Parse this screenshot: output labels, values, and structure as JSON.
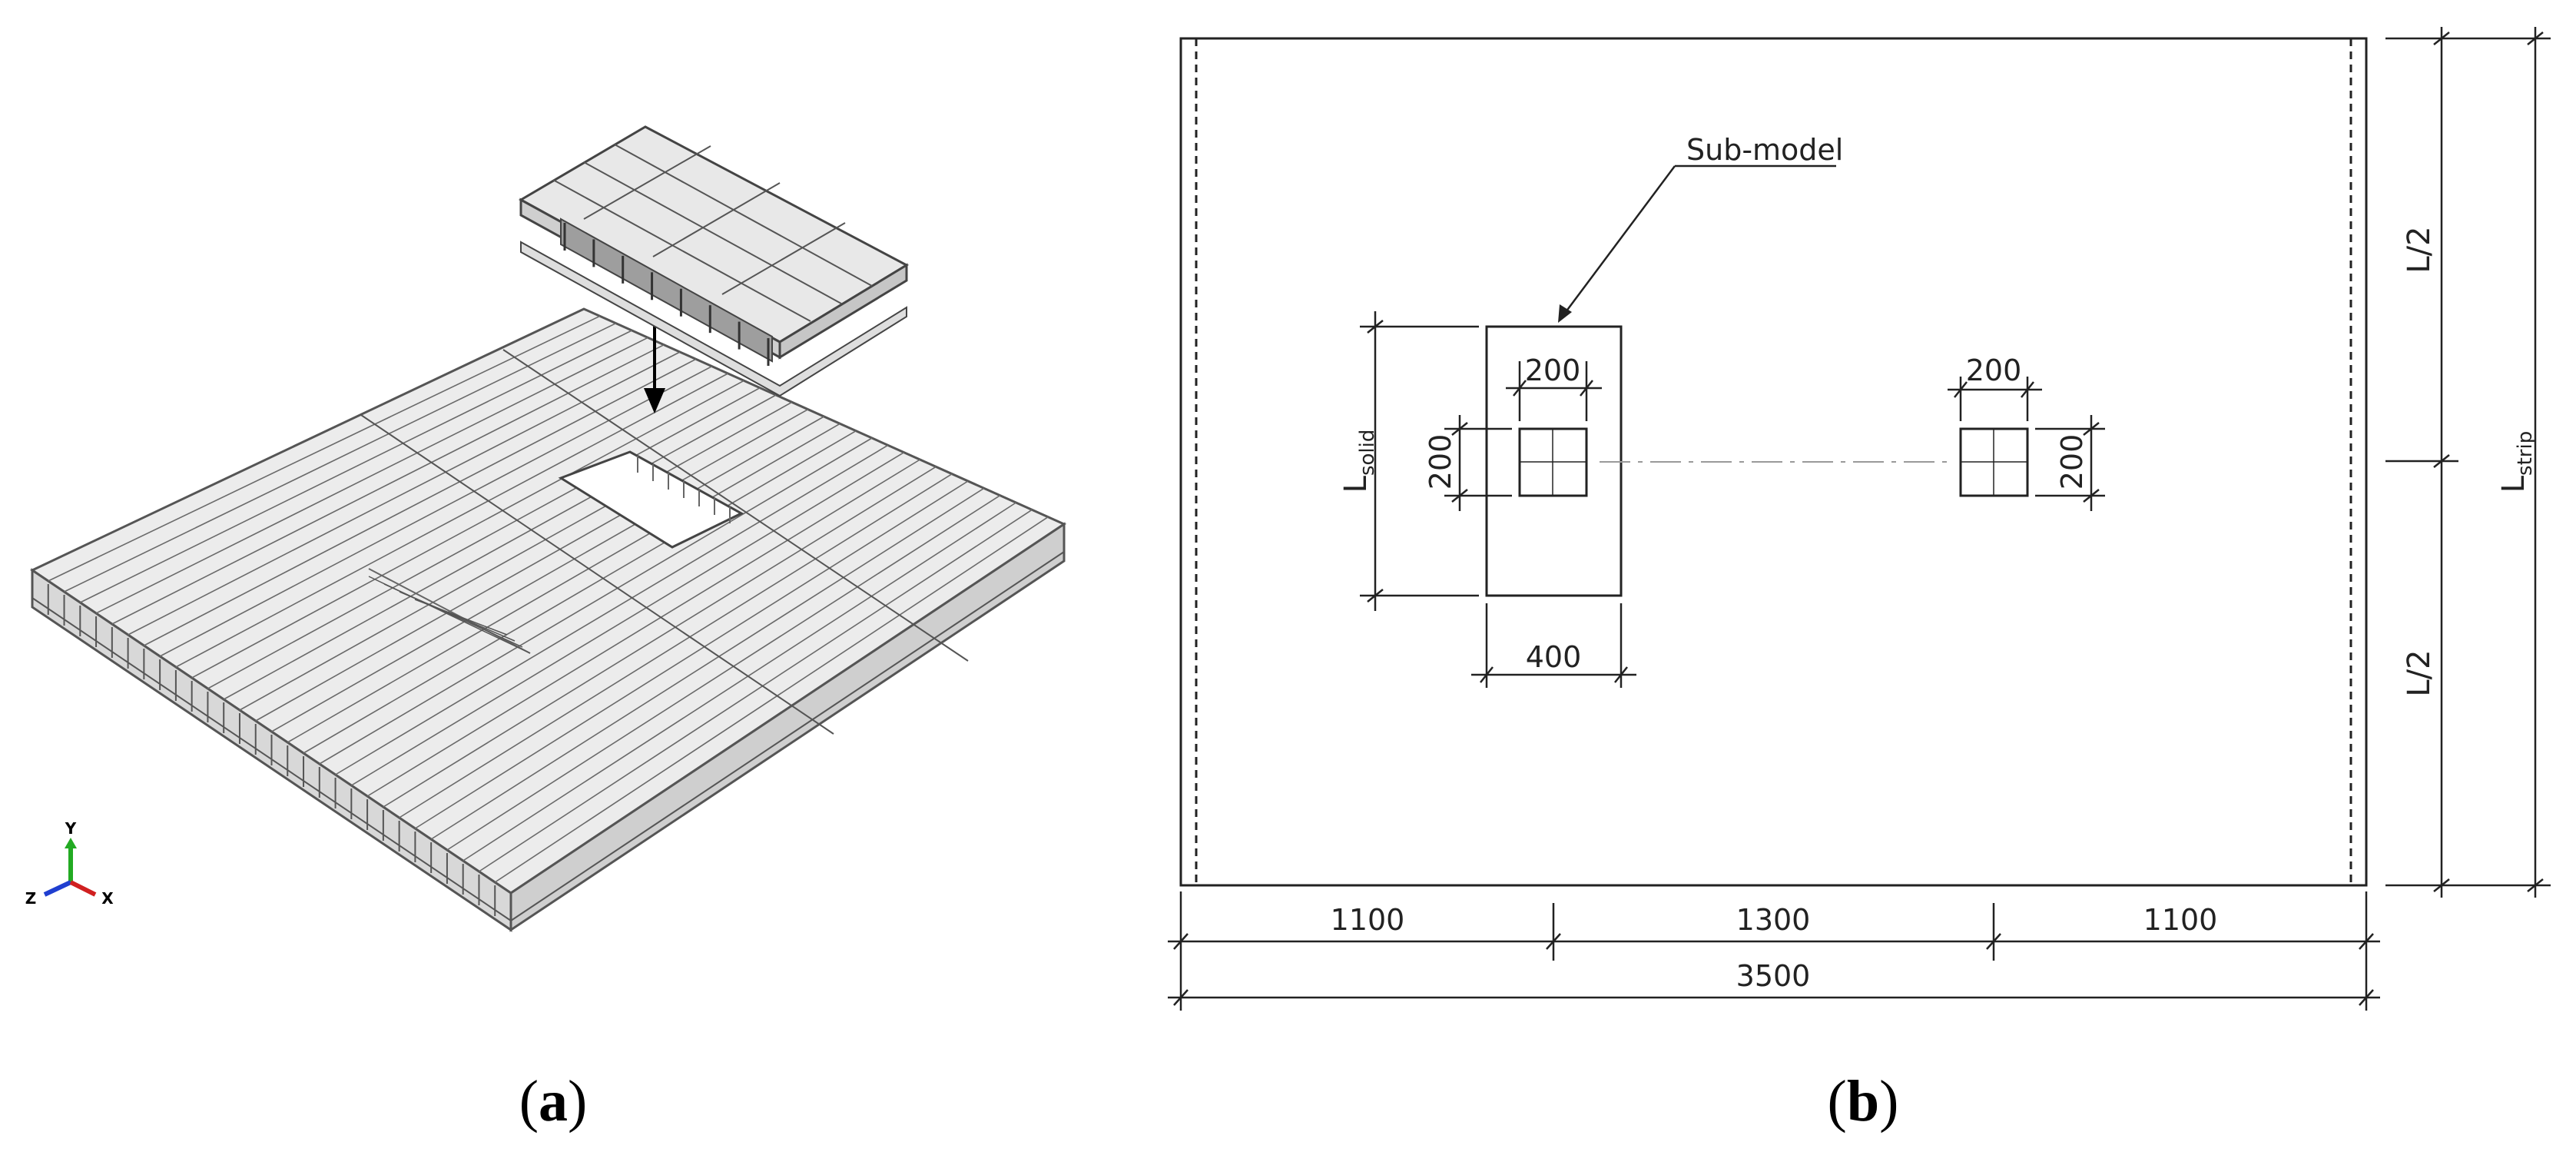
{
  "panel_a": {
    "caption_letter": "a",
    "axis_triad": {
      "y": "Y",
      "z": "Z",
      "x": "X",
      "y_color": "#22aa22",
      "z_color": "#1f3fd0",
      "x_color": "#d02020"
    }
  },
  "panel_b": {
    "caption_letter": "b",
    "submodel_label": "Sub-model",
    "dim_sub_top": "200",
    "dim_sub_left": "200",
    "dim_sub_bottom": "400",
    "l_solid_main": "L",
    "l_solid_sub": "solid",
    "dim_right_top": "200",
    "dim_right_side": "200",
    "dim_half_top": "L/2",
    "dim_half_bottom": "L/2",
    "l_strip_main": "L",
    "l_strip_sub": "strip",
    "dim_bottom_left": "1100",
    "dim_bottom_mid": "1300",
    "dim_bottom_right": "1100",
    "dim_bottom_total": "3500"
  },
  "colors": {
    "line": "#222222",
    "plate_face": "#ececec",
    "plate_edge": "#555555",
    "centerline": "#9a9a9a"
  }
}
